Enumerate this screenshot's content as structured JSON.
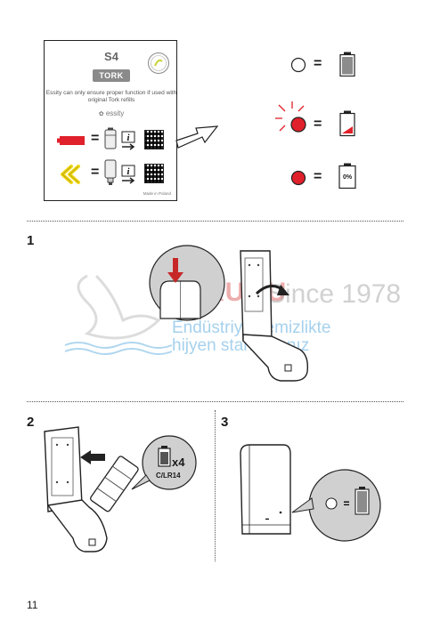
{
  "label_card": {
    "model": "S4",
    "brand": "TORK",
    "notice": "Essity can only ensure proper function if used with original Tork refills",
    "company": "essity",
    "origin": "Made in Poland"
  },
  "status_legend": {
    "zero_level_text": "0%"
  },
  "steps": {
    "step1": "1",
    "step2": "2",
    "step3": "3"
  },
  "battery_spec": {
    "count": "x4",
    "type": "C/LR14"
  },
  "watermark": {
    "brand": "KUĞU",
    "since": "Since 1978",
    "line1": "Endüstriyel temizlikte",
    "line2": "hijyen standartınız"
  },
  "page_number": "11",
  "colors": {
    "led_red": "#e0202a",
    "battery_low": "#e0202a",
    "battery_full": "#8c8c8c",
    "refill_yellow": "#f2d81a"
  }
}
